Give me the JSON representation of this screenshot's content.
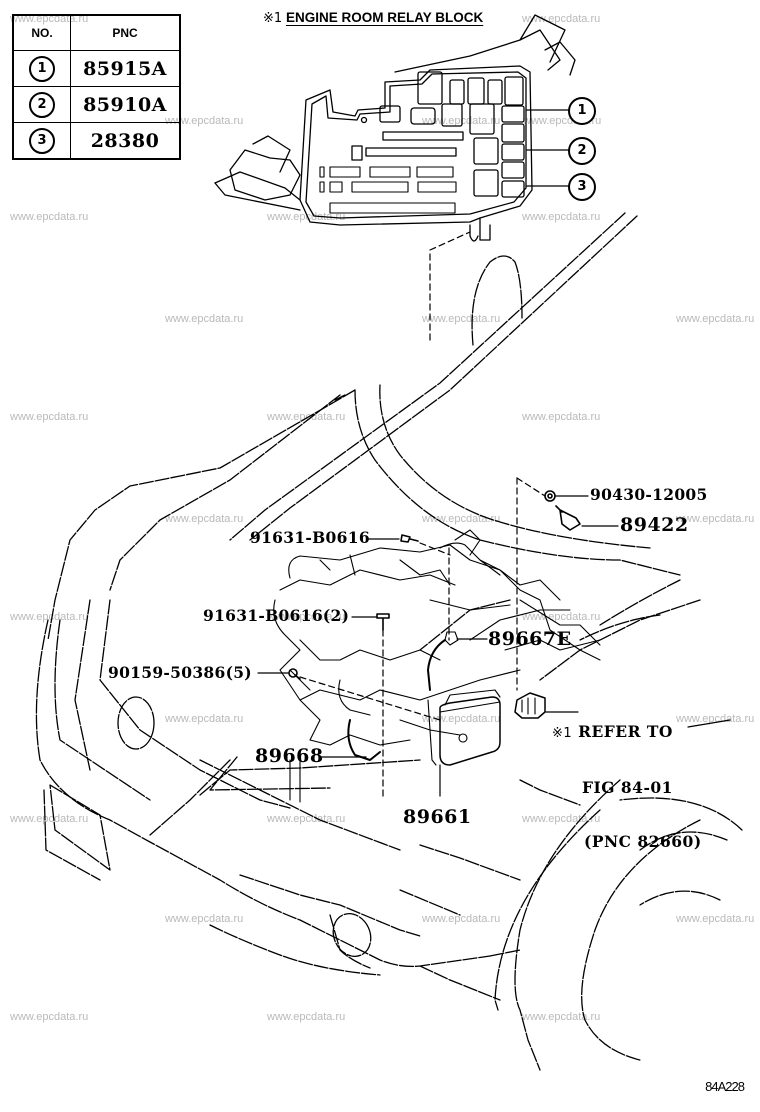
{
  "table": {
    "headers": {
      "no": "NO.",
      "pnc": "PNC"
    },
    "rows": [
      {
        "no": "1",
        "pnc": "85915A"
      },
      {
        "no": "2",
        "pnc": "85910A"
      },
      {
        "no": "3",
        "pnc": "28380"
      }
    ]
  },
  "relay_block": {
    "title_mark": "※1",
    "title": "ENGINE ROOM RELAY BLOCK",
    "callouts": [
      "1",
      "2",
      "3"
    ]
  },
  "part_labels": {
    "washer": "90430-12005",
    "switch": "89422",
    "bolt_top": "91631-B0616",
    "bolt_mid": "91631-B0616(2)",
    "nut": "90159-50386(5)",
    "wire_harness_e": "89667E",
    "bracket": "89668",
    "ecu": "89661"
  },
  "note": {
    "mark": "※1",
    "line1": "REFER TO",
    "line2": "FIG 84-01",
    "line3": "(PNC 82660)"
  },
  "figure_code": "84A228",
  "watermark": "www.epcdata.ru",
  "colors": {
    "line": "#000000",
    "watermark": "#b9b9b9",
    "background": "#ffffff"
  }
}
